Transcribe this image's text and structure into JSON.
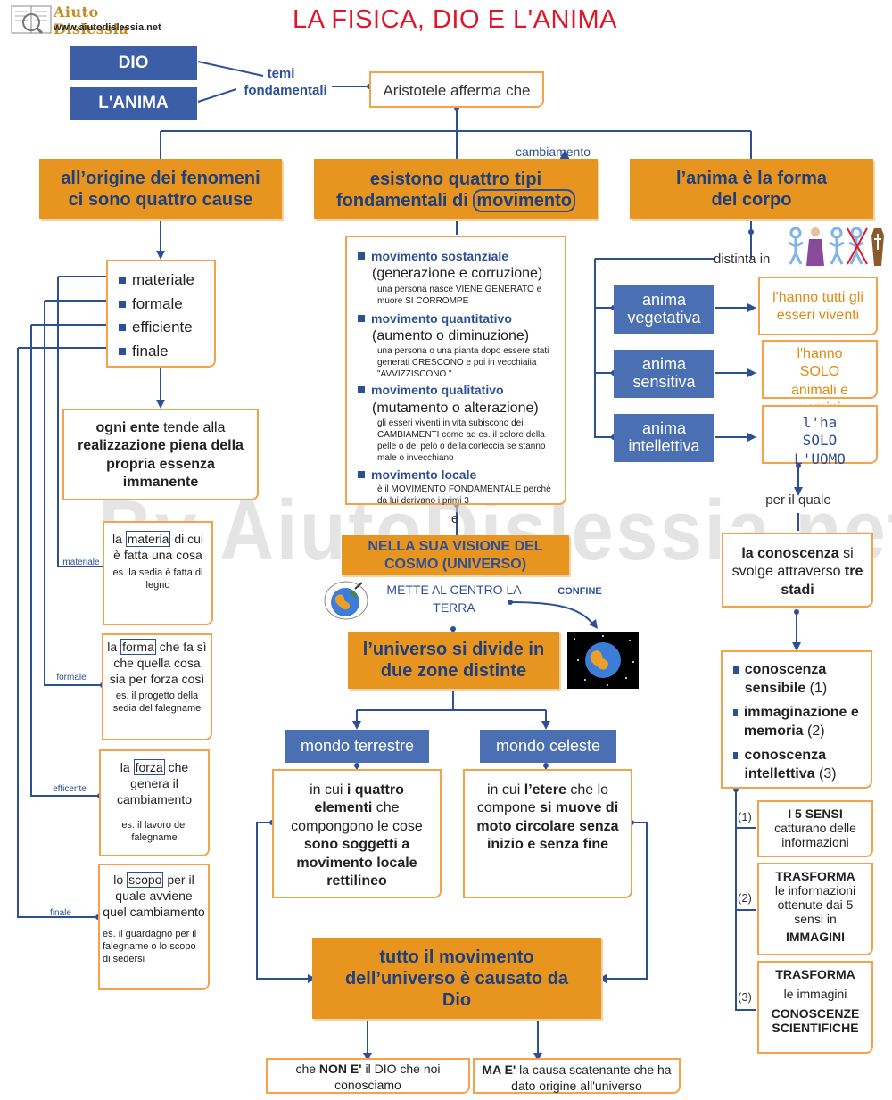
{
  "logo": {
    "name": "Aiuto Dislessia",
    "url": "www.aiutodislessia.net"
  },
  "title": "LA FISICA, DIO E L'ANIMA",
  "watermark": "By AiutoDislessia.net",
  "top": {
    "dio": "DIO",
    "anima": "L'ANIMA",
    "temi": "temi",
    "fondamentali": "fondamentali",
    "aristotele": "Aristotele afferma che",
    "cambiamento": "cambiamento"
  },
  "cols": {
    "cause": {
      "title": "all’origine dei fenomeni ci sono quattro cause",
      "items": [
        "materiale",
        "formale",
        "efficiente",
        "finale"
      ],
      "ente_a": "ogni ente",
      "ente_b": " tende alla ",
      "ente_c": "realizzazione piena della propria essenza immanente"
    },
    "movimento": {
      "title_a": "esistono quattro tipi fondamentali di ",
      "title_b": "movimento"
    },
    "anima": {
      "title": "l’anima è la forma del corpo",
      "distinta": "distinta in"
    }
  },
  "cause_details": [
    {
      "label": "materiale",
      "pre": "la ",
      "kw": "materia",
      "post": " di cui è fatta una cosa",
      "ex": "es. la sedia è fatta di legno"
    },
    {
      "label": "formale",
      "pre": "la ",
      "kw": "forma",
      "post": " che fa sì che quella cosa sia per forza così",
      "ex": "es. il progetto della sedia del falegname"
    },
    {
      "label": "efficente",
      "pre": "la ",
      "kw": "forza",
      "post": " che genera il cambiamento",
      "ex": "es. il lavoro del falegname"
    },
    {
      "label": "finale",
      "pre": "lo ",
      "kw": "scopo",
      "post": " per il quale avviene quel cambiamento",
      "ex": "es. il guardagno per il falegname o lo scopo di sedersi"
    }
  ],
  "mov_types": [
    {
      "name": "movimento  sostanziale",
      "sub": "(generazione e corruzione)",
      "desc": "una persona nasce VIENE GENERATO e muore  SI CORROMPE"
    },
    {
      "name": "movimento  quantitativo",
      "sub": "(aumento o diminuzione)",
      "desc": "una persona o una pianta dopo essere stati generati CRESCONO e poi in vecchiaiia \"AVVIZZISCONO \""
    },
    {
      "name": "movimento  qualitativo",
      "sub": "(mutamento o alterazione)",
      "desc": "gli esseri viventi in vita subiscono dei CAMBIAMENTI come ad es. il colore della pelle  o del pelo o della corteccia se stanno male o invecchiano"
    },
    {
      "name": "movimento  locale",
      "sub": "",
      "desc": "è il  MOVIMENTO FONDAMENTALE perchè da lui derivano i primi 3"
    }
  ],
  "cosmo": {
    "e": "e",
    "visione": "NELLA SUA VISIONE DEL COSMO (UNIVERSO)",
    "mette": "METTE AL CENTRO LA TERRA",
    "confine": "CONFINE",
    "divide": "l’universo si  divide in due zone distinte"
  },
  "mondi": {
    "terrestre": {
      "label": "mondo terrestre",
      "a": "in cui ",
      "b": "i quattro elementi",
      "c": " che compongono le cose ",
      "d": "sono soggetti a movimento locale rettilineo"
    },
    "celeste": {
      "label": "mondo celeste",
      "a": "in cui ",
      "b": "l’etere",
      "c": " che lo compone ",
      "d": "si muove di moto circolare senza inizio e senza fine"
    }
  },
  "dio": {
    "title": "tutto il movimento dell’universo è causato da Dio",
    "nonE_a": "che ",
    "nonE_b": "NON E'",
    "nonE_c": " il DIO che noi conosciamo",
    "maE_a": "MA E'",
    "maE_b": "  la causa scatenante che ha dato origine all'universo"
  },
  "anime": [
    {
      "name": "anima vegetativa",
      "who": "l'hanno tutti gli esseri viventi"
    },
    {
      "name": "anima sensitiva",
      "who": "l'hanno SOLO animali e uomini"
    },
    {
      "name": "anima intellettiva",
      "who": "l'ha SOLO L'UOMO"
    }
  ],
  "conoscenza": {
    "per": "per il quale",
    "a": "la conoscenza",
    "b": " si svolge attraverso ",
    "c": "tre stadi",
    "stadi": [
      {
        "name": "conoscenza sensibile",
        "n": " (1)"
      },
      {
        "name": "immaginazione e memoria",
        "n": " (2)"
      },
      {
        "name": "conoscenza intellettiva",
        "n": " (3)"
      }
    ],
    "steps": [
      {
        "n": "(1)",
        "title": "I 5 SENSI",
        "body": "catturano delle informazioni",
        "bottom": ""
      },
      {
        "n": "(2)",
        "title": "TRASFORMA",
        "body": "le informazioni ottenute dai 5 sensi  in",
        "bottom": "IMMAGINI"
      },
      {
        "n": "(3)",
        "title": "TRASFORMA",
        "body": "le immagini",
        "bottom": "CONOSCENZE SCIENTIFICHE"
      }
    ]
  }
}
